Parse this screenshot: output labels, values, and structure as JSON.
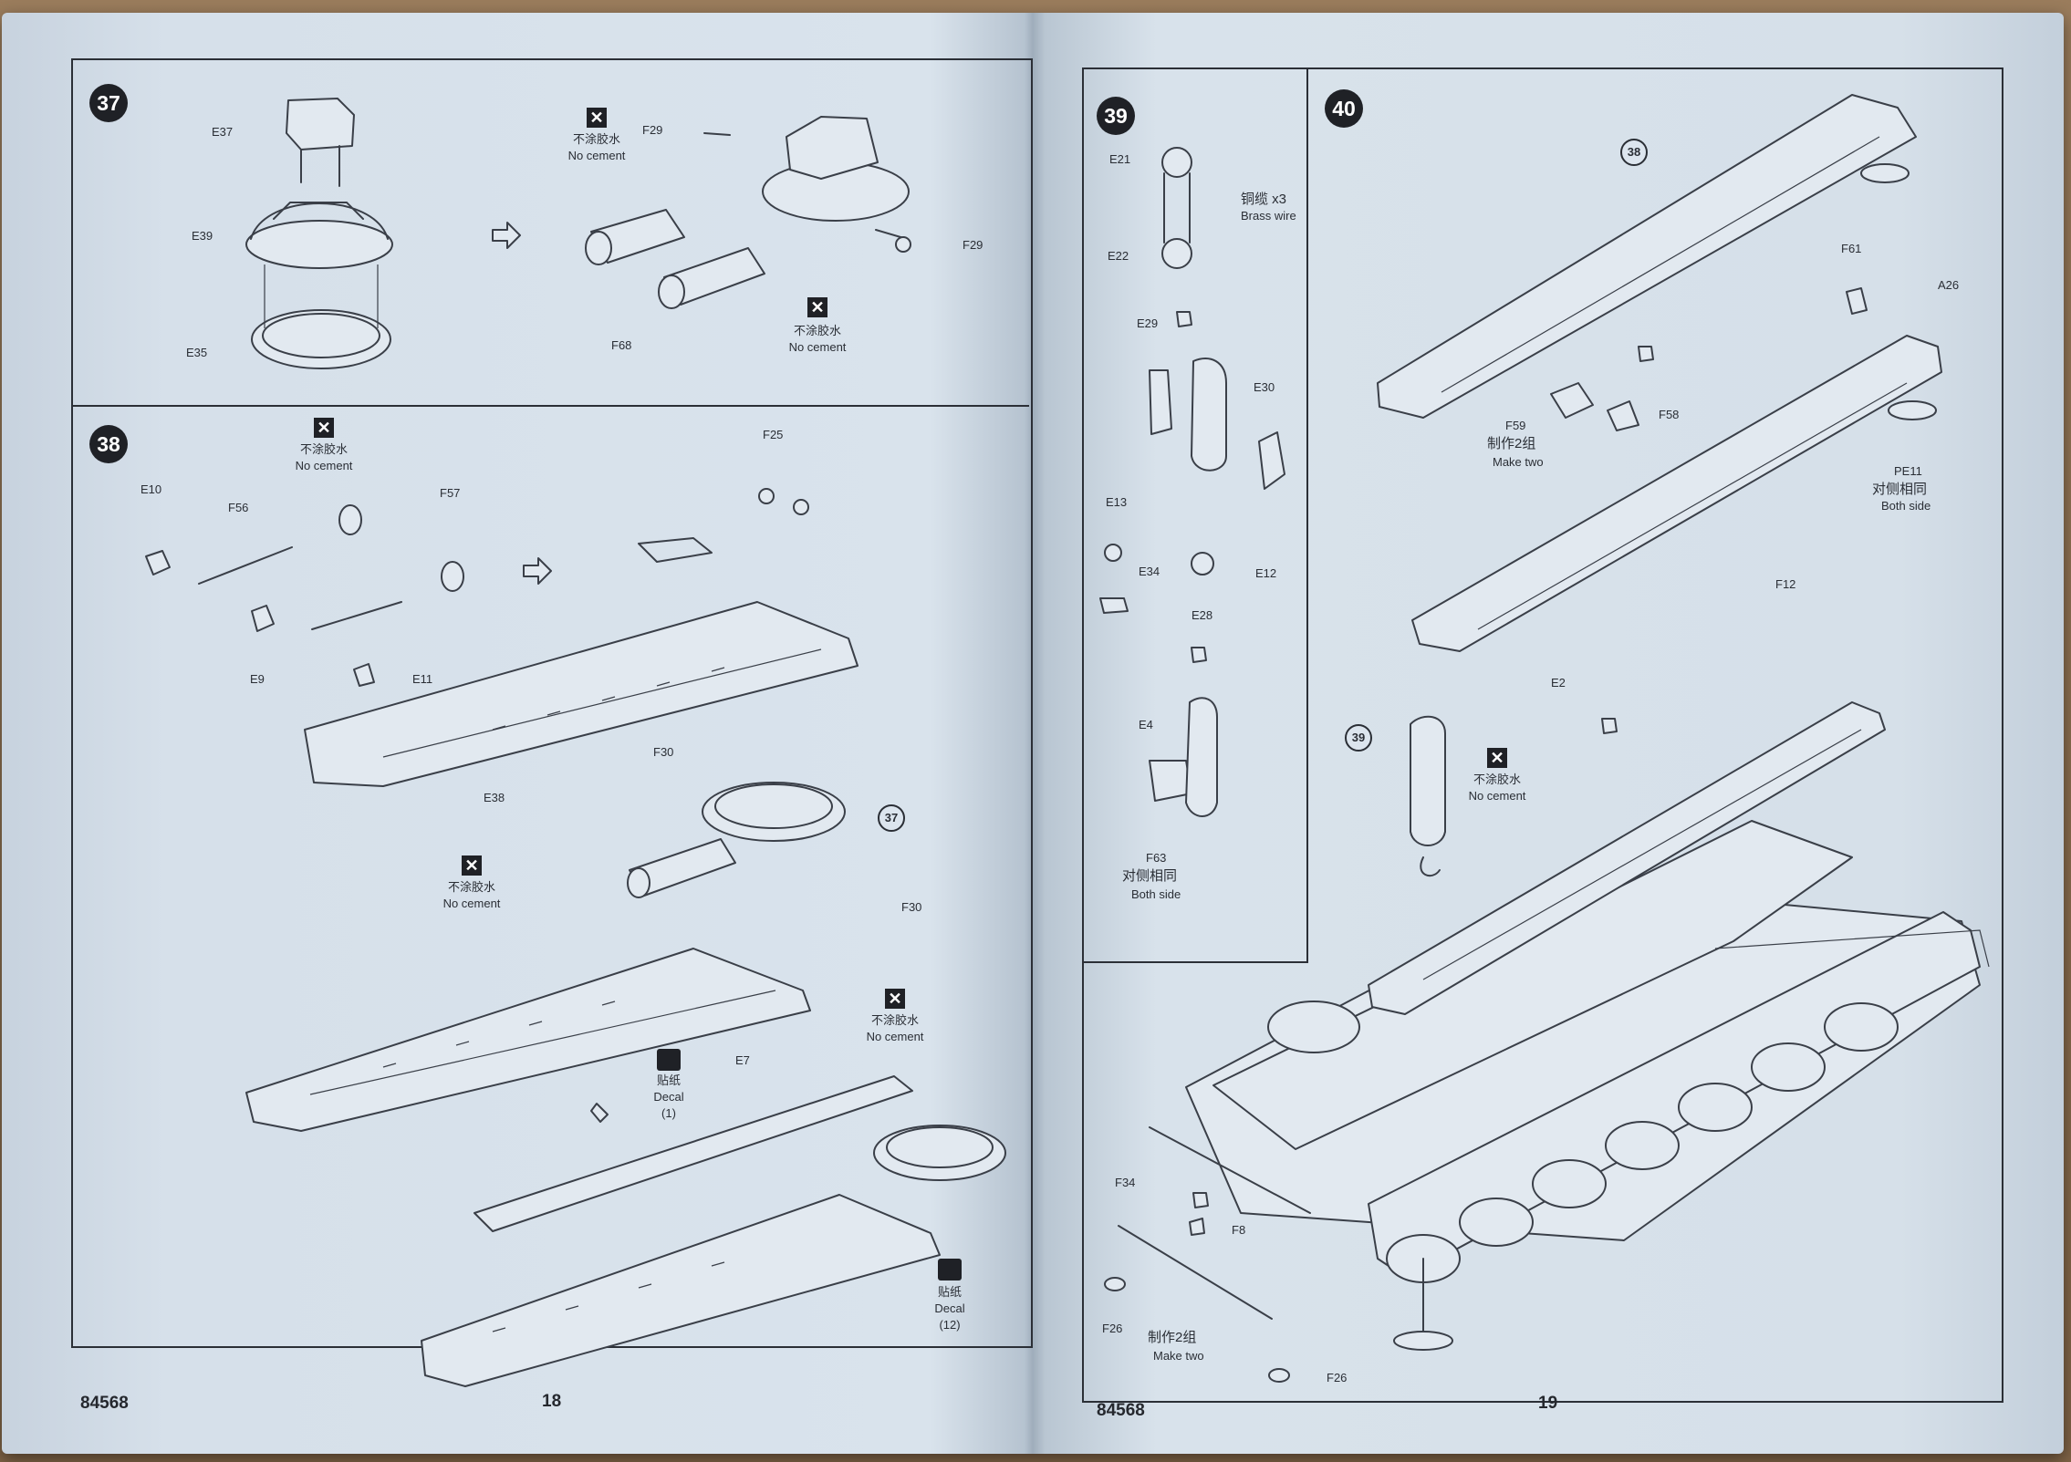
{
  "left_page": {
    "catalog_number": "84568",
    "page_number": "18",
    "step37": {
      "number": "37",
      "parts": {
        "e37": "E37",
        "e39": "E39",
        "e35": "E35",
        "f29_a": "F29",
        "f29_b": "F29",
        "f68": "F68"
      },
      "no_cement_a": {
        "zh": "不涂胶水",
        "en": "No cement"
      },
      "no_cement_b": {
        "zh": "不涂胶水",
        "en": "No cement"
      }
    },
    "step38": {
      "number": "38",
      "ref37": "37",
      "parts": {
        "e10": "E10",
        "f56": "F56",
        "f57": "F57",
        "f25": "F25",
        "e9": "E9",
        "e11": "E11",
        "e38": "E38",
        "f30_a": "F30",
        "f30_b": "F30",
        "e7": "E7"
      },
      "no_cement_a": {
        "zh": "不涂胶水",
        "en": "No cement"
      },
      "no_cement_b": {
        "zh": "不涂胶水",
        "en": "No cement"
      },
      "no_cement_c": {
        "zh": "不涂胶水",
        "en": "No cement"
      },
      "decal_a": {
        "zh": "贴纸",
        "en": "Decal",
        "num": "(1)"
      },
      "decal_b": {
        "zh": "贴纸",
        "en": "Decal",
        "num": "(12)"
      }
    }
  },
  "right_page": {
    "catalog_number": "84568",
    "page_number": "19",
    "step39": {
      "number": "39",
      "parts": {
        "e21": "E21",
        "e22": "E22",
        "e29": "E29",
        "e30": "E30",
        "e13": "E13",
        "e34": "E34",
        "e28": "E28",
        "e12": "E12",
        "e4": "E4",
        "f63": "F63"
      },
      "brass_wire": {
        "zh": "铜缆 x3",
        "en": "Brass wire"
      },
      "both_side": {
        "zh": "对侧相同",
        "en": "Both side"
      }
    },
    "step40": {
      "number": "40",
      "ref38": "38",
      "ref39": "39",
      "parts": {
        "f61": "F61",
        "a26": "A26",
        "f59": "F59",
        "f58": "F58",
        "pe11": "PE11",
        "f12": "F12",
        "e2": "E2",
        "f34": "F34",
        "f8": "F8",
        "f26_a": "F26",
        "f26_b": "F26"
      },
      "make_two_a": {
        "zh": "制作2组",
        "en": "Make two"
      },
      "make_two_b": {
        "zh": "制作2组",
        "en": "Make two"
      },
      "both_side": {
        "zh": "对侧相同",
        "en": "Both side"
      },
      "no_cement": {
        "zh": "不涂胶水",
        "en": "No cement"
      }
    }
  }
}
